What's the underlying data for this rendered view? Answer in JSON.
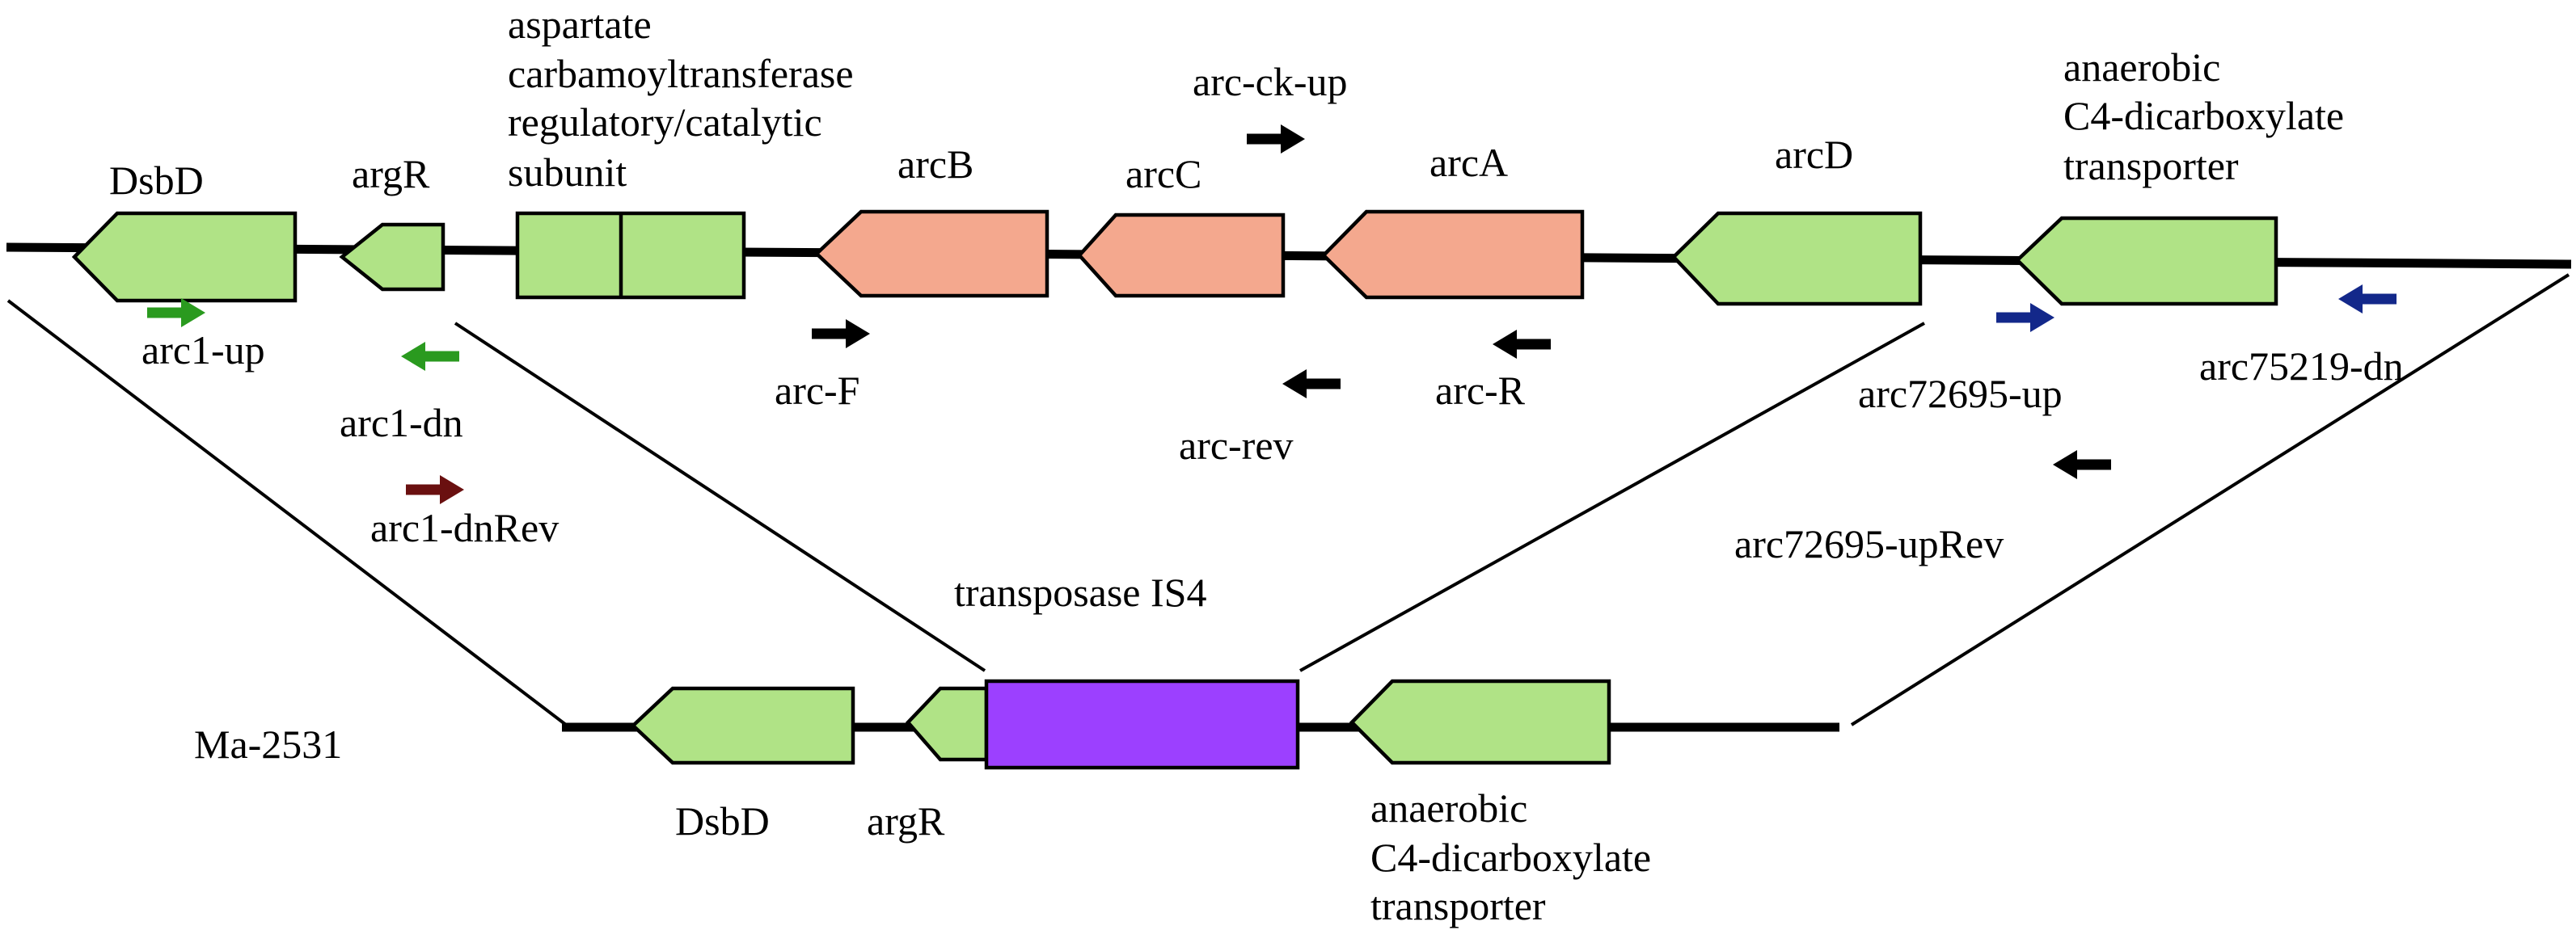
{
  "colors": {
    "arc_gene": "#f4a88e",
    "other_gene": "#b0e386",
    "transposase": "#9c40ff",
    "primer_green": "#2a9a1f",
    "primer_black": "#000000",
    "primer_darkred": "#6a1010",
    "primer_blue": "#13288a"
  },
  "top_genes": [
    {
      "label": "DsbD"
    },
    {
      "label": "argR"
    },
    {
      "label_lines": [
        "aspartate",
        "carbamoyltransferase",
        "regulatory/catalytic",
        "subunit"
      ]
    },
    {
      "label": "arcB"
    },
    {
      "label": "arcC"
    },
    {
      "label": "arcA"
    },
    {
      "label": "arcD"
    },
    {
      "label_lines": [
        "anaerobic",
        "C4-dicarboxylate",
        "transporter"
      ]
    }
  ],
  "primers": [
    {
      "label": "arc1-up",
      "direction": "right",
      "color": "green"
    },
    {
      "label": "arc1-dn",
      "direction": "left",
      "color": "green"
    },
    {
      "label": "arc1-dnRev",
      "direction": "right",
      "color": "darkred"
    },
    {
      "label": "arc-F",
      "direction": "right",
      "color": "black"
    },
    {
      "label": "arc-ck-up",
      "direction": "right",
      "color": "black"
    },
    {
      "label": "arc-rev",
      "direction": "left",
      "color": "black"
    },
    {
      "label": "arc-R",
      "direction": "left",
      "color": "black"
    },
    {
      "label": "arc72695-up",
      "direction": "right",
      "color": "blue"
    },
    {
      "label": "arc75219-dn",
      "direction": "left",
      "color": "blue"
    },
    {
      "label": "arc72695-upRev",
      "direction": "left",
      "color": "black"
    }
  ],
  "bottom": {
    "strain_label": "Ma-2531",
    "genes": [
      {
        "label": "DsbD"
      },
      {
        "label": "argR"
      },
      {
        "label": "transposase IS4"
      },
      {
        "label_lines": [
          "anaerobic",
          "C4-dicarboxylate",
          "transporter"
        ]
      }
    ]
  }
}
